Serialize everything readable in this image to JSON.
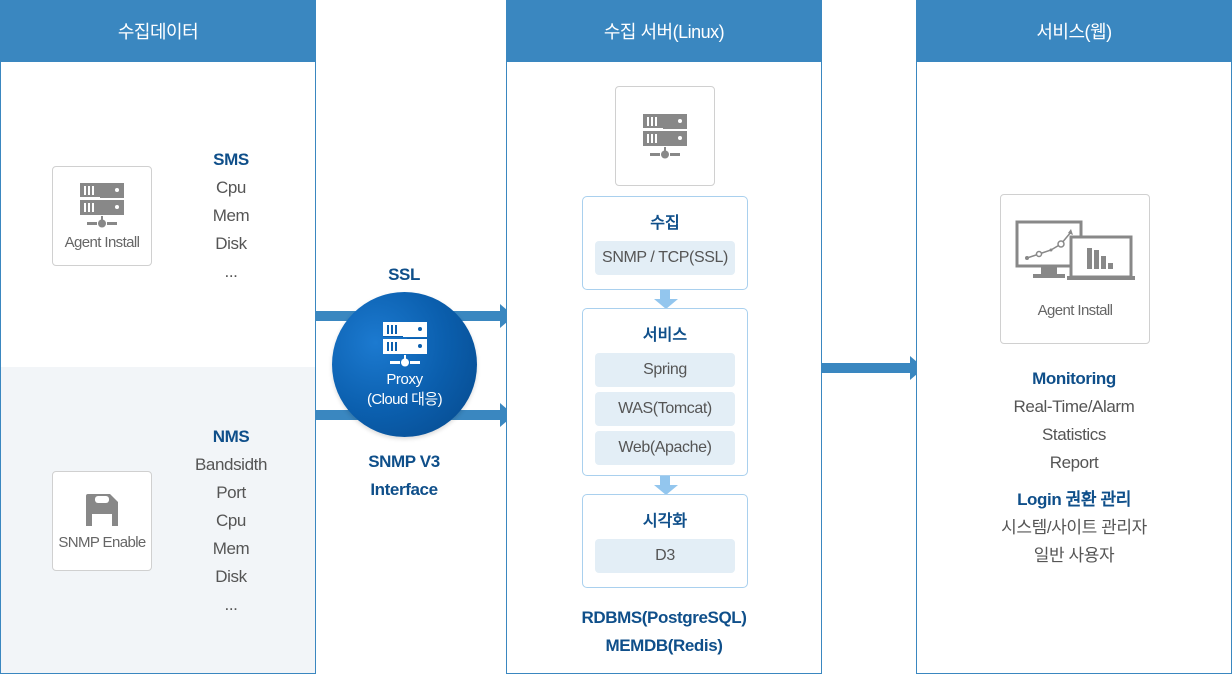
{
  "columns": {
    "collect": {
      "title": "수집데이터",
      "agent_card": {
        "caption": "Agent Install",
        "icon": "server-icon"
      },
      "sms": {
        "heading": "SMS",
        "items": [
          "Cpu",
          "Mem",
          "Disk",
          "..."
        ]
      },
      "snmp_card": {
        "caption": "SNMP Enable",
        "icon": "save-icon"
      },
      "nms": {
        "heading": "NMS",
        "items": [
          "Bandsidth",
          "Port",
          "Cpu",
          "Mem",
          "Disk",
          "..."
        ]
      }
    },
    "server": {
      "title": "수집 서버(Linux)",
      "icon": "server-icon",
      "stages": [
        {
          "title": "수집",
          "items": [
            "SNMP / TCP(SSL)"
          ]
        },
        {
          "title": "서비스",
          "items": [
            "Spring",
            "WAS(Tomcat)",
            "Web(Apache)"
          ]
        },
        {
          "title": "시각화",
          "items": [
            "D3"
          ]
        }
      ],
      "db": [
        "RDBMS(PostgreSQL)",
        "MEMDB(Redis)"
      ]
    },
    "web": {
      "title": "서비스(웹)",
      "card": {
        "caption": "Agent Install",
        "icon": "monitor-chart-icon"
      },
      "monitoring": {
        "heading": "Monitoring",
        "items": [
          "Real-Time/Alarm",
          "Statistics",
          "Report"
        ]
      },
      "login": {
        "heading": "Login 권환 관리",
        "items": [
          "시스템/사이트 관리자",
          "일반 사용자"
        ]
      }
    }
  },
  "connector": {
    "top_label": "SSL",
    "proxy": {
      "line1": "Proxy",
      "line2": "(Cloud 대응)",
      "icon": "server-icon"
    },
    "bottom_label_1": "SNMP V3",
    "bottom_label_2": "Interface"
  },
  "colors": {
    "header": "#3a87c0",
    "accent_text": "#0f4f8a",
    "pill": "#e3eef6",
    "stage_border": "#a9d0ee"
  }
}
